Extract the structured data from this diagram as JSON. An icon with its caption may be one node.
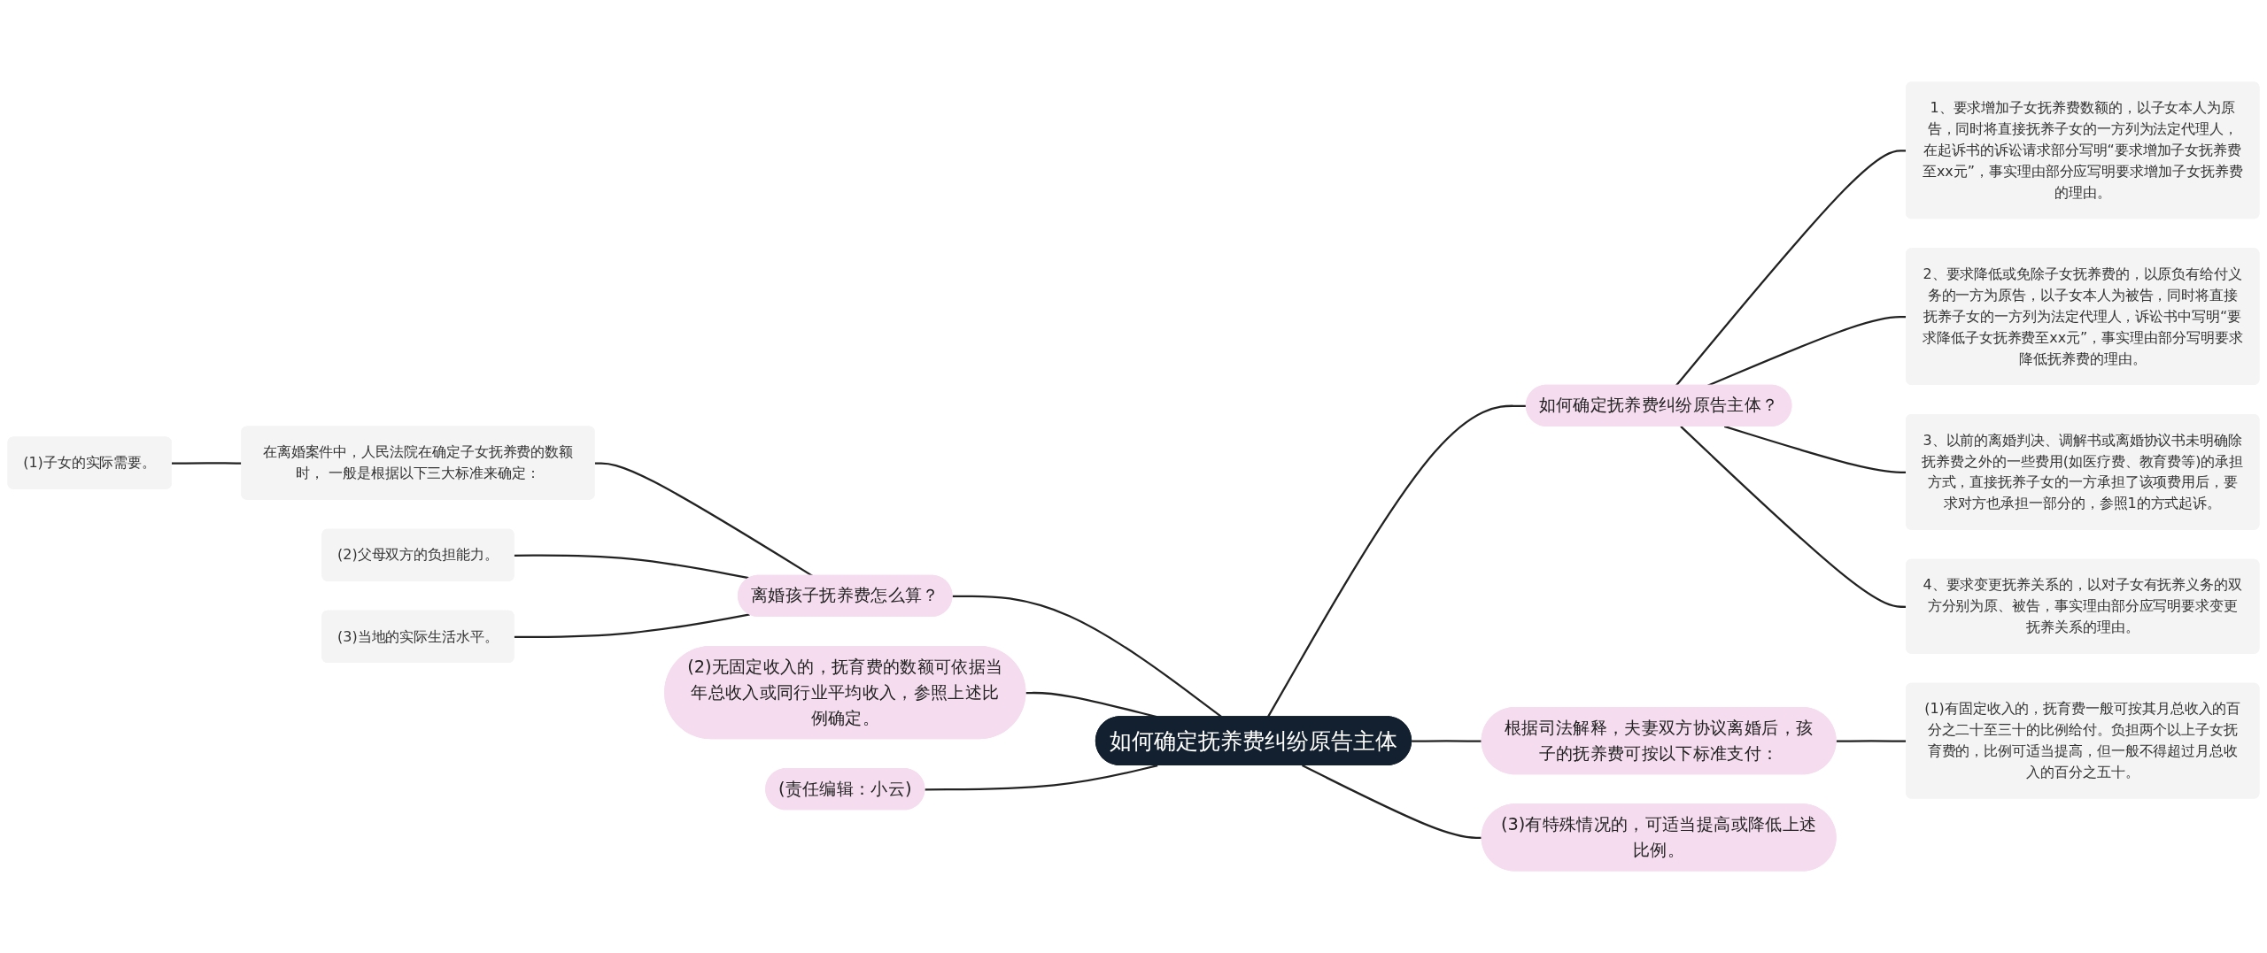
{
  "diagram": {
    "nodes": [
      {
        "text": [
          "如何确定抚养费纠纷原告主体"
        ]
      },
      {
        "text": [
          "如何确定抚养费纠纷原告主体？"
        ]
      },
      {
        "text": [
          "1、要求增加子女抚养费数额的，以子女本人为原告，同时将直接抚养子女的一方列为法定代理人，在起诉书的诉讼请求部分写明“要求增加子女抚养费至xx元”，事实理由部分应写明要求增加子女抚养费的理由。"
        ]
      },
      {
        "text": [
          "2、要求降低或免除子女抚养费的，以原负有给付义务的一方为原告，以子女本人为被告，同时将直接抚养子女的一方列为法定代理人，诉讼书中写明“要求降低子女抚养费至xx元”，事实理由部分写明要求降低抚养费的理由。"
        ]
      },
      {
        "text": [
          "3、以前的离婚判决、调解书或离婚协议书未明确除抚养费之外的一些费用(如医疗费、教育费等)的承担方式，直接抚养子女的一方承担了该项费用后，要求对方也承担一部分的，参照1的方式起诉。"
        ]
      },
      {
        "text": [
          "4、要求变更抚养关系的，以对子女有抚养义务的双方分别为原、被告，事实理由部分应写明要求变更抚养关系的理由。"
        ]
      },
      {
        "text": [
          "根据司法解释，夫妻双方协议离婚后，孩子的抚养费可按以下标准支付："
        ]
      },
      {
        "text": [
          "(1)有固定收入的，抚育费一般可按其月总收入的百分之二十至三十的比例给付。负担两个以上子女抚育费的，比例可适当提高，但一般不得超过月总收入的百分之五十。"
        ]
      },
      {
        "text": [
          "(3)有特殊情况的，可适当提高或降低上述比例。"
        ]
      },
      {
        "text": [
          "离婚孩子抚养费怎么算？"
        ]
      },
      {
        "text": [
          "在离婚案件中，人民法院在确定子女抚养费的数额时， 一般是根据以下三大标准来确定："
        ]
      },
      {
        "text": [
          "(1)子女的实际需要。"
        ]
      },
      {
        "text": [
          "(2)父母双方的负担能力。"
        ]
      },
      {
        "text": [
          "(3)当地的实际生活水平。"
        ]
      },
      {
        "text": [
          "(2)无固定收入的，抚育费的数额可依据当年总收入或同行业平均收入，参照上述比例确定。"
        ]
      },
      {
        "text": [
          "(责任编辑：小云)"
        ]
      }
    ],
    "edges": [
      {
        "from": 0,
        "to": 1,
        "arrow": "none"
      },
      {
        "from": 1,
        "to": 2,
        "arrow": "none"
      },
      {
        "from": 1,
        "to": 3,
        "arrow": "none"
      },
      {
        "from": 1,
        "to": 4,
        "arrow": "none"
      },
      {
        "from": 1,
        "to": 5,
        "arrow": "none"
      },
      {
        "from": 0,
        "to": 6,
        "arrow": "none"
      },
      {
        "from": 6,
        "to": 7,
        "arrow": "none"
      },
      {
        "from": 0,
        "to": 8,
        "arrow": "none"
      },
      {
        "from": 0,
        "to": 9,
        "arrow": "none"
      },
      {
        "from": 9,
        "to": 10,
        "arrow": "none"
      },
      {
        "from": 10,
        "to": 11,
        "arrow": "none"
      },
      {
        "from": 9,
        "to": 12,
        "arrow": "none"
      },
      {
        "from": 9,
        "to": 13,
        "arrow": "none"
      },
      {
        "from": 0,
        "to": 14,
        "arrow": "none"
      },
      {
        "from": 0,
        "to": 15,
        "arrow": "none"
      }
    ]
  }
}
